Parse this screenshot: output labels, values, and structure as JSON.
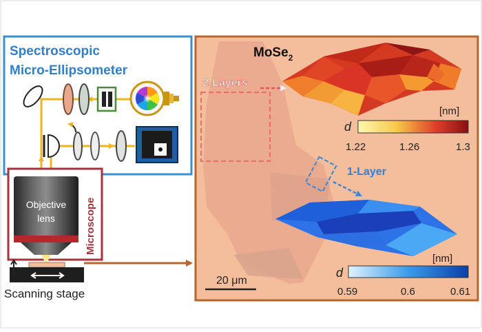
{
  "left_panel": {
    "title_line1": "Spectroscopic",
    "title_line2": "Micro-Ellipsometer",
    "microscope_label": "Microscope",
    "objective_line1": "Objective",
    "objective_line2": "lens",
    "stage_label": "Scanning stage"
  },
  "right_panel": {
    "material": "MoSe",
    "material_subscript": "2",
    "two_layer_label": "2-Layers",
    "one_layer_label": "1-Layer",
    "scale_bar": "20 μm"
  },
  "colorbar_top": {
    "symbol": "d",
    "unit": "[nm]",
    "ticks": [
      "1.22",
      "1.26",
      "1.3"
    ]
  },
  "colorbar_bottom": {
    "symbol": "d",
    "unit": "[nm]",
    "ticks": [
      "0.59",
      "0.6",
      "0.61"
    ]
  },
  "colors": {
    "ellipsometer_border": "#3a8fd0",
    "microscope_border": "#a8323c",
    "beam": "#f2b41c",
    "arrow": "#b8652c",
    "panel_bg": "#f4bd9c",
    "two_layer": "#e35a55",
    "one_layer": "#2f7fd9"
  }
}
